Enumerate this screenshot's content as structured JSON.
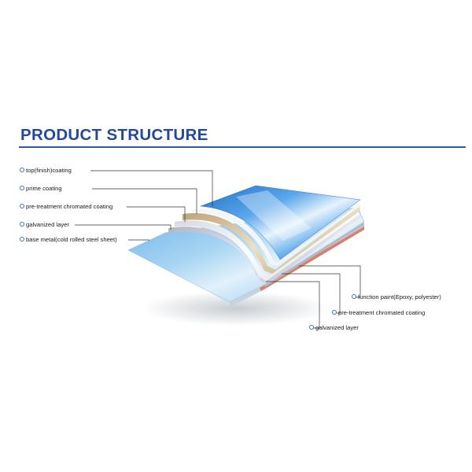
{
  "title": "PRODUCT  STRUCTURE",
  "colors": {
    "title": "#24499b",
    "rule": "#2e5aa7",
    "leader_line": "#333333",
    "label_dot": "#3f6fb8",
    "top_coating": "#3a8fdb",
    "prime_coating": "#c9b48f",
    "pretreatment": "#e8e8e8",
    "galvanized": "#c7cbd6",
    "base_metal": "#8fc6ea",
    "bottom_function_paint": "#d8806c"
  },
  "layers_left": [
    {
      "label": "top(finish)coating"
    },
    {
      "label": "prime coating"
    },
    {
      "label": "pre-treatment chromated coating"
    },
    {
      "label": "galvanized layer"
    },
    {
      "label": "base metal(cold rolled steel sheet)"
    }
  ],
  "layers_right": [
    {
      "label": "function paint(Epoxy, polyester)"
    },
    {
      "label": "pre-treatment chromated coating"
    },
    {
      "label": "galvanized layer"
    }
  ]
}
